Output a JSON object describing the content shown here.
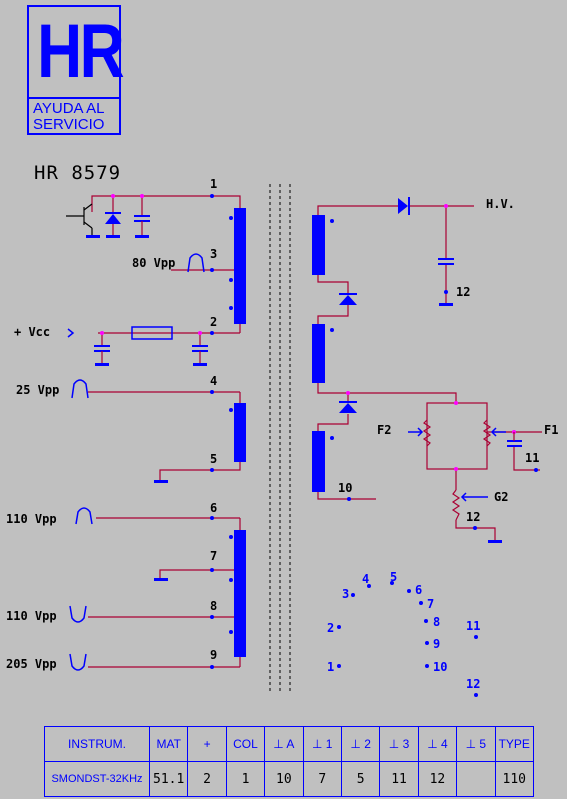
{
  "logo": {
    "mark": "HR",
    "line1": "AYUDA AL",
    "line2": "SERVICIO"
  },
  "model": "HR 8579",
  "labels": {
    "vcc": "+ Vcc",
    "v80": "80 Vpp",
    "v25": "25 Vpp",
    "v110a": "110 Vpp",
    "v110b": "110 Vpp",
    "v205": "205 Vpp",
    "hv": "H.V.",
    "f1": "F1",
    "f2": "F2",
    "g2": "G2"
  },
  "pins": {
    "p1": "1",
    "p2": "2",
    "p3": "3",
    "p4": "4",
    "p5": "5",
    "p6": "6",
    "p7": "7",
    "p8": "8",
    "p9": "9",
    "p10": "10",
    "p11": "11",
    "p12a": "12",
    "p12b": "12"
  },
  "base": {
    "b1": "1",
    "b2": "2",
    "b3": "3",
    "b4": "4",
    "b5": "5",
    "b6": "6",
    "b7": "7",
    "b8": "8",
    "b9": "9",
    "b10": "10",
    "b11": "11",
    "b12": "12"
  },
  "table": {
    "headers": [
      "INSTRUM.",
      "MAT",
      "+",
      "COL",
      "⊥ A",
      "⊥ 1",
      "⊥ 2",
      "⊥ 3",
      "⊥ 4",
      "⊥ 5",
      "TYPE"
    ],
    "values": [
      "SMONDST-32KHz",
      "51.1",
      "2",
      "1",
      "10",
      "7",
      "5",
      "11",
      "12",
      "",
      "110"
    ]
  },
  "colors": {
    "wire": "#aa0033",
    "coil": "#0000ff",
    "label": "#0000ff",
    "background": "#c0c0c0"
  }
}
